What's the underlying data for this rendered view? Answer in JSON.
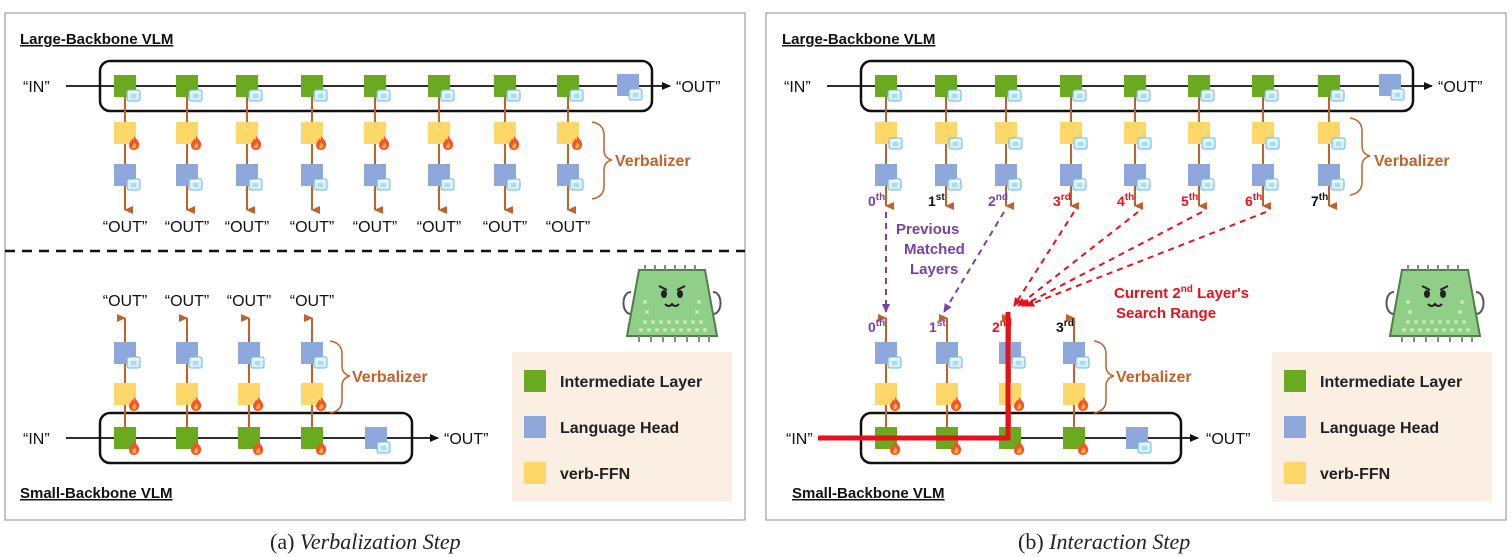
{
  "panel_a": {
    "top_title": "Large-Backbone VLM",
    "bottom_title": "Small-Backbone VLM",
    "in_label": "“IN”",
    "out_label": "“OUT”",
    "verbalizer_label": "Verbalizer",
    "caption_prefix": "(a) ",
    "caption_italic": "Verbalization Step"
  },
  "panel_b": {
    "top_title": "Large-Backbone VLM",
    "bottom_title": "Small-Backbone VLM",
    "in_label": "“IN”",
    "out_label": "“OUT”",
    "verbalizer_label": "Verbalizer",
    "large_ordinals": [
      "0",
      "1",
      "2",
      "3",
      "4",
      "5",
      "6",
      "7"
    ],
    "large_ordinal_suffix": [
      "th",
      "st",
      "nd",
      "rd",
      "th",
      "th",
      "th",
      "th"
    ],
    "small_ordinals": [
      "0",
      "1",
      "2",
      "3"
    ],
    "small_ordinal_suffix": [
      "th",
      "st",
      "nd",
      "rd"
    ],
    "previous_note": [
      "Previous",
      "Matched",
      "Layers"
    ],
    "current_note_line1_a": "Current 2",
    "current_note_line1_sup": "nd",
    "current_note_line1_b": " Layer's",
    "current_note_line2": "Search Range",
    "caption_prefix": "(b) ",
    "caption_italic": "Interaction Step"
  },
  "legend": {
    "items": [
      {
        "label": "Intermediate Layer",
        "color": "#6aaa1e"
      },
      {
        "label": "Language Head",
        "color": "#8fa8dc"
      },
      {
        "label": "verb-FFN",
        "color": "#fdd868"
      }
    ]
  },
  "colors": {
    "orange_arrow": "#c0622a",
    "purple": "#7b3fa6",
    "red": "#e8101a",
    "legend_bg": "#fbeee3"
  }
}
